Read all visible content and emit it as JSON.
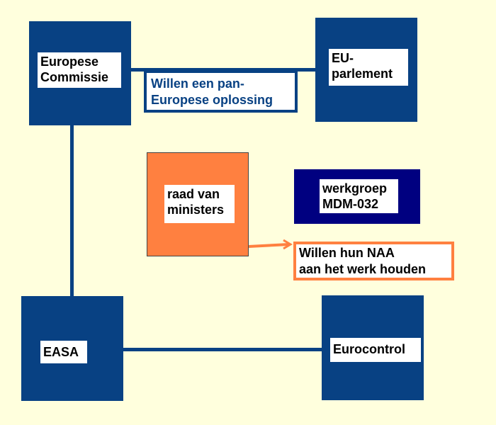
{
  "nodes": {
    "europese_commissie": "Europese\nCommissie",
    "eu_parlement": "EU-\nparlement",
    "raad_van_ministers": "raad van\nministers",
    "werkgroep": "werkgroep\nMDM-032",
    "easa": "EASA",
    "eurocontrol": "Eurocontrol"
  },
  "callouts": {
    "pan_european": "Willen een pan-\nEuropese oplossing",
    "naa": "Willen hun NAA\naan het werk houden"
  },
  "colors": {
    "background": "#ffffdd",
    "navy": "#084183",
    "dark_navy": "#000080",
    "orange": "#ff8040",
    "callout_text_navy": "#084183"
  }
}
